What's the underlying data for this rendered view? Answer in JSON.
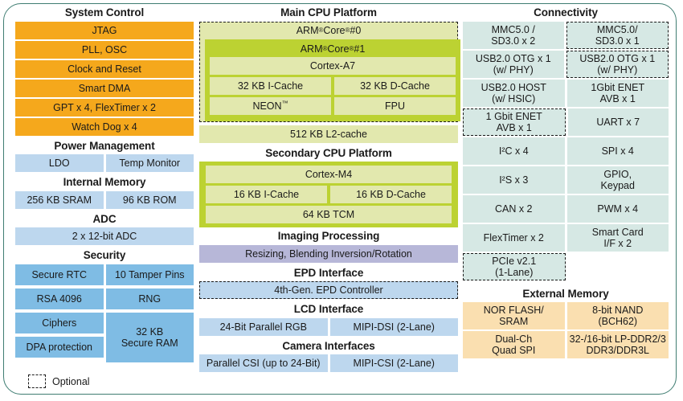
{
  "legend": {
    "label": "Optional"
  },
  "system_control": {
    "title": "System Control",
    "items": [
      "JTAG",
      "PLL, OSC",
      "Clock and Reset",
      "Smart DMA",
      "GPT x 4, FlexTimer x 2",
      "Watch Dog x 4"
    ]
  },
  "power_management": {
    "title": "Power Management",
    "items": [
      "LDO",
      "Temp Monitor"
    ]
  },
  "internal_memory": {
    "title": "Internal Memory",
    "items": [
      "256 KB SRAM",
      "96 KB ROM"
    ]
  },
  "adc": {
    "title": "ADC",
    "items": [
      "2 x 12-bit ADC"
    ]
  },
  "security": {
    "title": "Security",
    "left": [
      "Secure RTC",
      "RSA 4096",
      "Ciphers",
      "DPA protection"
    ],
    "right": [
      "10 Tamper Pins",
      "RNG",
      "32 KB\nSecure RAM"
    ],
    "right_tall": "32 KB Secure RAM"
  },
  "main_cpu": {
    "title": "Main CPU Platform",
    "core0_label": "ARM Core #0",
    "core1_label": "ARM Core #1",
    "cortex": "Cortex-A7",
    "icache": "32 KB I-Cache",
    "dcache": "32 KB D-Cache",
    "neon": "NEON",
    "fpu": "FPU",
    "l2": "512 KB L2-cache"
  },
  "secondary_cpu": {
    "title": "Secondary CPU Platform",
    "cortex": "Cortex-M4",
    "icache": "16 KB I-Cache",
    "dcache": "16 KB D-Cache",
    "tcm": "64 KB TCM"
  },
  "imaging": {
    "title": "Imaging Processing",
    "items": [
      "Resizing, Blending Inversion/Rotation"
    ]
  },
  "epd": {
    "title": "EPD Interface",
    "items": [
      "4th-Gen. EPD Controller"
    ]
  },
  "lcd": {
    "title": "LCD Interface",
    "items": [
      "24-Bit Parallel RGB",
      "MIPI-DSI (2-Lane)"
    ]
  },
  "camera": {
    "title": "Camera Interfaces",
    "items": [
      "Parallel CSI (up to 24-Bit)",
      "MIPI-CSI (2-Lane)"
    ]
  },
  "connectivity": {
    "title": "Connectivity",
    "rows": [
      {
        "left": "MMC5.0 /\nSD3.0 x 2",
        "left_optional": false,
        "right": "MMC5.0/\nSD3.0 x 1",
        "right_optional": true
      },
      {
        "left": "USB2.0 OTG x 1\n(w/ PHY)",
        "left_optional": false,
        "right": "USB2.0 OTG x 1\n(w/ PHY)",
        "right_optional": true
      },
      {
        "left": "USB2.0 HOST\n(w/ HSIC)",
        "left_optional": false,
        "right": "1Gbit ENET\nAVB x 1",
        "right_optional": false
      },
      {
        "left": "1 Gbit ENET\nAVB x 1",
        "left_optional": true,
        "right": "UART x 7",
        "right_optional": false
      },
      {
        "left": "I²C x 4",
        "left_optional": false,
        "right": "SPI x 4",
        "right_optional": false
      },
      {
        "left": "I²S x 3",
        "left_optional": false,
        "right": "GPIO,\nKeypad",
        "right_optional": false
      },
      {
        "left": "CAN x 2",
        "left_optional": false,
        "right": "PWM x 4",
        "right_optional": false
      },
      {
        "left": "FlexTimer x 2",
        "left_optional": false,
        "right": "Smart Card\nI/F x 2",
        "right_optional": false
      },
      {
        "left": "PCIe v2.1\n(1-Lane)",
        "left_optional": true,
        "right": "",
        "right_optional": false
      }
    ]
  },
  "external_memory": {
    "title": "External Memory",
    "rows": [
      {
        "left": "NOR FLASH/\nSRAM",
        "right": "8-bit NAND\n(BCH62)"
      },
      {
        "left": "Dual-Ch\nQuad SPI",
        "right": "32-/16-bit LP-DDR2/3\nDDR3/DDR3L"
      }
    ]
  },
  "colors": {
    "border": "#3f7d72",
    "orange": "#f5a81c",
    "blue_light": "#bdd7ee",
    "blue_mid": "#7fbce4",
    "teal": "#d6e8e4",
    "olive_light": "#e2e8ae",
    "green": "#bcd232",
    "purple": "#b7b7d8",
    "peach": "#fadfb0"
  }
}
